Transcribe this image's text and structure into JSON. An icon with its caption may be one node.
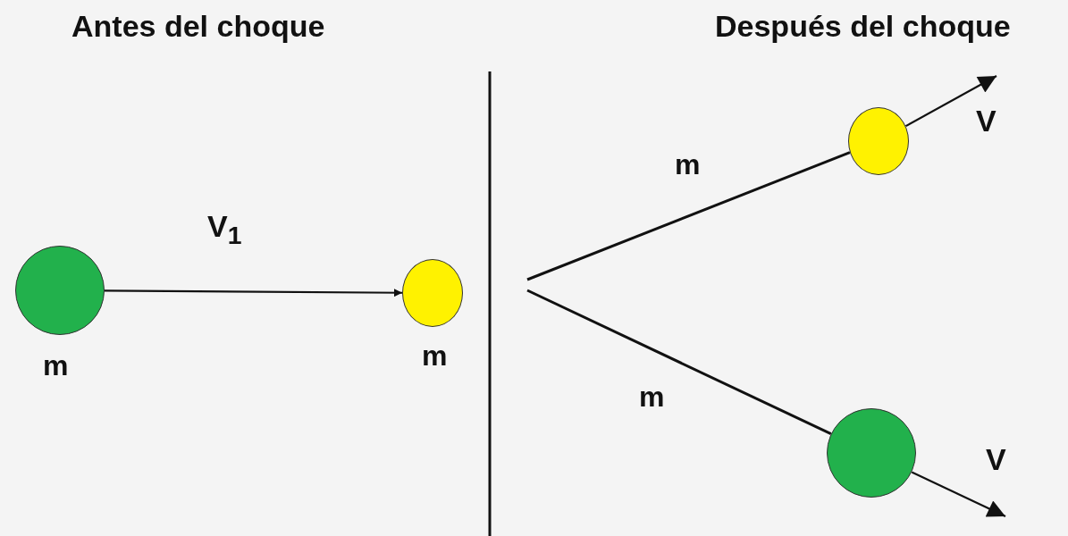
{
  "diagram": {
    "nodes": [
      {
        "text": [],
        "shape": "circle",
        "beside": [
          "m"
        ]
      },
      {
        "text": [],
        "shape": "circle",
        "beside": [
          "m"
        ]
      },
      {
        "text": [],
        "shape": "circle"
      },
      {
        "text": [],
        "shape": "circle"
      }
    ],
    "edges": [
      {
        "from": 0,
        "to": 1,
        "arrow": "to",
        "label": "V$_{1}$"
      },
      {
        "from": null,
        "to": 2,
        "arrow": "none"
      },
      {
        "from": null,
        "to": 3,
        "arrow": "none"
      },
      {
        "from": 2,
        "to": null,
        "arrow": "to",
        "label": "V"
      },
      {
        "from": 3,
        "to": null,
        "arrow": "to",
        "label": "V"
      }
    ],
    "labels": [
      "Antes del choque",
      "Después del choque",
      "m",
      "m"
    ]
  }
}
